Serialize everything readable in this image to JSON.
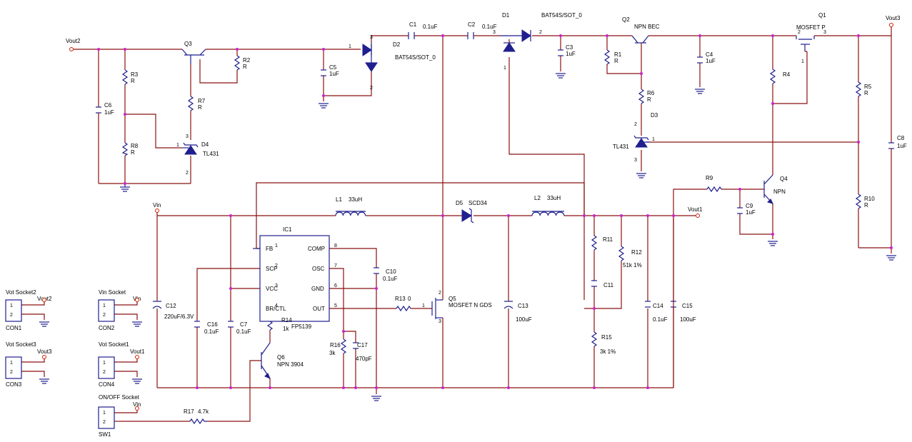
{
  "nets": {
    "vout1": "Vout1",
    "vout2": "Vout2",
    "vout3": "Vout3",
    "vin": "Vin"
  },
  "components": {
    "C1": {
      "ref": "C1",
      "value": "0.1uF"
    },
    "C2": {
      "ref": "C2",
      "value": "0.1uF"
    },
    "C3": {
      "ref": "C3",
      "value": "1uF"
    },
    "C4": {
      "ref": "C4",
      "value": "1uF"
    },
    "C5": {
      "ref": "C5",
      "value": "1uF"
    },
    "C6": {
      "ref": "C6",
      "value": "1uF"
    },
    "C7": {
      "ref": "C7",
      "value": "0.1uF"
    },
    "C8": {
      "ref": "C8",
      "value": "1uF"
    },
    "C9": {
      "ref": "C9",
      "value": "1uF"
    },
    "C10": {
      "ref": "C10",
      "value": "0.1uF"
    },
    "C11": {
      "ref": "C11",
      "value": ""
    },
    "C12": {
      "ref": "C12",
      "value": "220uF/6.3V"
    },
    "C13": {
      "ref": "C13",
      "value": "100uF"
    },
    "C14": {
      "ref": "C14",
      "value": "0.1uF"
    },
    "C15": {
      "ref": "C15",
      "value": "100uF"
    },
    "C16": {
      "ref": "C16",
      "value": "0.1uF"
    },
    "C17": {
      "ref": "C17",
      "value": "470pF"
    },
    "R1": {
      "ref": "R1",
      "value": "R"
    },
    "R2": {
      "ref": "R2",
      "value": "R"
    },
    "R3": {
      "ref": "R3",
      "value": "R"
    },
    "R4": {
      "ref": "R4",
      "value": ""
    },
    "R5": {
      "ref": "R5",
      "value": "R"
    },
    "R6": {
      "ref": "R6",
      "value": "R"
    },
    "R7": {
      "ref": "R7",
      "value": "R"
    },
    "R8": {
      "ref": "R8",
      "value": "R"
    },
    "R9": {
      "ref": "R9",
      "value": ""
    },
    "R10": {
      "ref": "R10",
      "value": "R"
    },
    "R11": {
      "ref": "R11",
      "value": ""
    },
    "R12": {
      "ref": "R12",
      "value": "51k 1%"
    },
    "R13": {
      "ref": "R13",
      "value": "0"
    },
    "R14": {
      "ref": "R14",
      "value": "1k"
    },
    "R15": {
      "ref": "R15",
      "value": "3k 1%"
    },
    "R16": {
      "ref": "R16",
      "value": "3k"
    },
    "R17": {
      "ref": "R17",
      "value": "4.7k"
    },
    "L1": {
      "ref": "L1",
      "value": "33uH"
    },
    "L2": {
      "ref": "L2",
      "value": "33uH"
    },
    "D1": {
      "ref": "D1",
      "value": "BAT54S/SOT_0"
    },
    "D2": {
      "ref": "D2",
      "value": "BAT54S/SOT_0"
    },
    "D3": {
      "ref": "D3",
      "value": "TL431"
    },
    "D4": {
      "ref": "D4",
      "value": "TL431"
    },
    "D5": {
      "ref": "D5",
      "value": "SCD34"
    },
    "Q1": {
      "ref": "Q1",
      "value": "MOSFET P"
    },
    "Q2": {
      "ref": "Q2",
      "value": "NPN BEC"
    },
    "Q3": {
      "ref": "Q3",
      "value": ""
    },
    "Q4": {
      "ref": "Q4",
      "value": "NPN"
    },
    "Q5": {
      "ref": "Q5",
      "value": "MOSFET N GDS"
    },
    "Q6": {
      "ref": "Q6",
      "value": "NPN 3904"
    },
    "IC1": {
      "ref": "IC1",
      "value": "FP5139"
    }
  },
  "ic1_pins": {
    "fb": "FB",
    "scp": "SCP",
    "vcc": "VCC",
    "brctl": "BR/CTL",
    "comp": "COMP",
    "osc": "OSC",
    "gnd": "GND",
    "out": "OUT",
    "n1": "1",
    "n2": "2",
    "n3": "3",
    "n4": "4",
    "n5": "5",
    "n6": "6",
    "n7": "7",
    "n8": "8"
  },
  "connectors": [
    {
      "title": "Vot Socket2",
      "net": "Vout2",
      "ref": "CON1"
    },
    {
      "title": "Vin Socket",
      "net": "Vin",
      "ref": "CON2"
    },
    {
      "title": "Vot Socket3",
      "net": "Vout3",
      "ref": "CON3"
    },
    {
      "title": "Vot Socket1",
      "net": "Vout1",
      "ref": "CON4"
    },
    {
      "title": "ON/OFF Socket",
      "net": "Vin",
      "ref": "SW1"
    }
  ],
  "pin_numbers": {
    "one": "1",
    "two": "2",
    "three": "3"
  },
  "colors": {
    "wire": "#8b1010",
    "part": "#1f1f8f",
    "junction": "#cc22cc",
    "terminal": "#cc2200"
  }
}
